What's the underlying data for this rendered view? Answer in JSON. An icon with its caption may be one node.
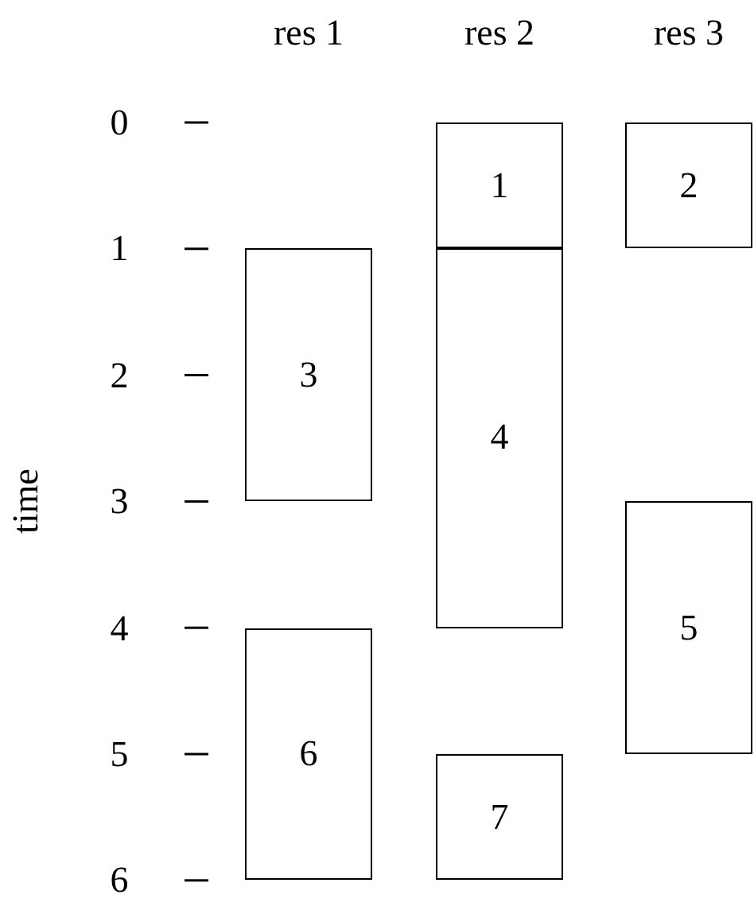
{
  "diagram": {
    "nodes": [
      {
        "text": [
          "1"
        ]
      },
      {
        "text": [
          "2"
        ]
      },
      {
        "text": [
          "3"
        ]
      },
      {
        "text": [
          "4"
        ]
      },
      {
        "text": [
          "5"
        ]
      },
      {
        "text": [
          "6"
        ]
      },
      {
        "text": [
          "7"
        ]
      }
    ],
    "labels": [
      "res 1",
      "res 2",
      "res 3",
      "0",
      "1",
      "2",
      "3",
      "4",
      "5",
      "6",
      "time"
    ]
  }
}
